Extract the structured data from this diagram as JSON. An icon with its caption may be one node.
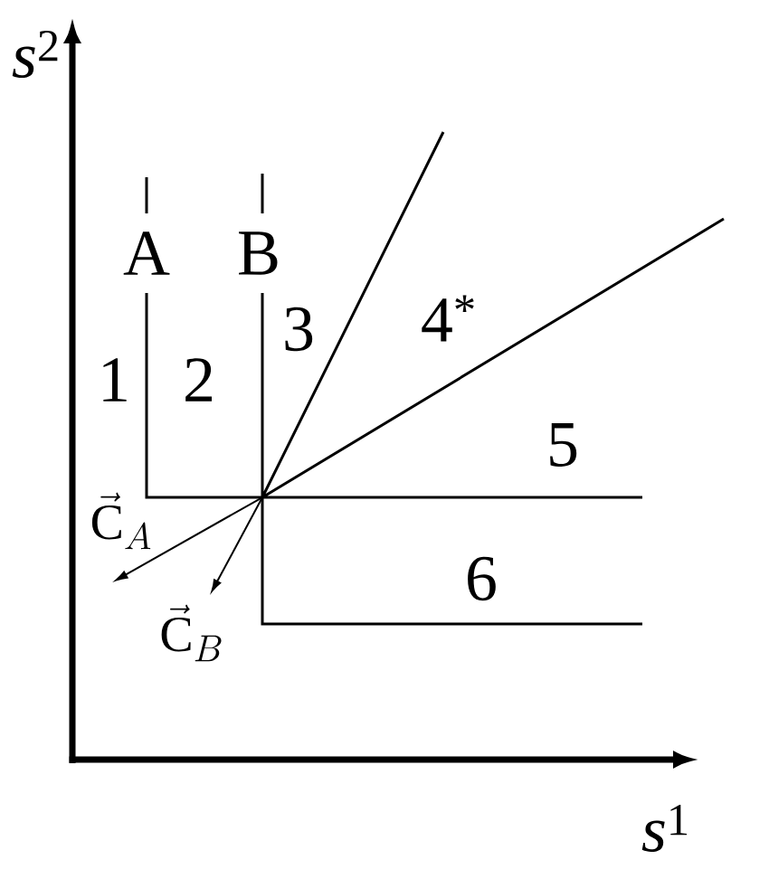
{
  "diagram": {
    "labels": [
      "*s*$^{2}$",
      "A",
      "B",
      "4$^{*}$",
      "3",
      "1",
      "2",
      "5",
      "\\vec{\\mathrm{C}}_{A}",
      "6",
      "\\vec{\\mathrm{C}}_{B}",
      "*s*$^{1}$"
    ]
  }
}
